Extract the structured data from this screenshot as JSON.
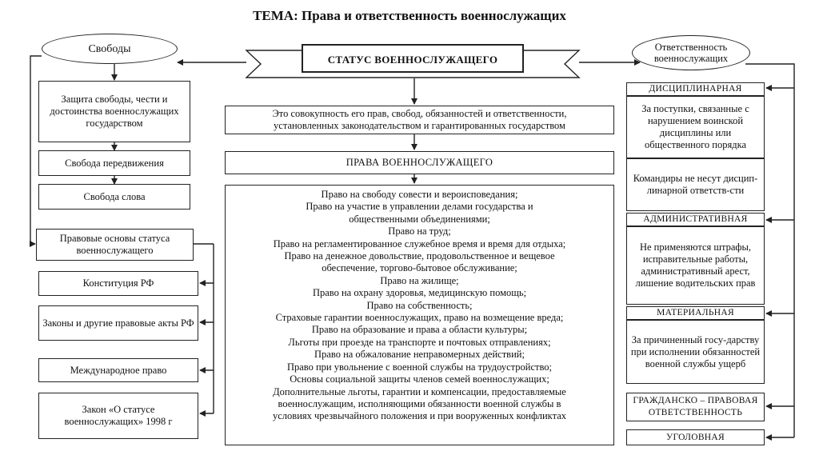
{
  "title": "ТЕМА:   Права и ответственность военнослужащих",
  "center": {
    "banner": "СТАТУС ВОЕННОСЛУЖАЩЕГО",
    "definition_line1": "Это совокупность его прав, свобод, обязанностей и ответственности,",
    "definition_line2": "установленных законодательством и гарантированных государством",
    "rights_header": "ПРАВА ВОЕННОСЛУЖАЩЕГО",
    "rights_list": [
      "Право на свободу совести и вероисповедания;",
      "Право на участие в управлении делами государства и",
      "общественными объединениями;",
      "Право на труд;",
      "Право на регламентированное служебное время и время для отдыха;",
      "Право на денежное довольствие, продовольственное и вещевое",
      "обеспечение, торгово-бытовое обслуживание;",
      "Право на жилище;",
      "Право на охрану здоровья, медицинскую помощь;",
      "Право на собственность;",
      "Страховые гарантии военнослужащих, право на возмещение вреда;",
      "Право на образование и права а области культуры;",
      "Льготы при проезде на транспорте и почтовых отправлениях;",
      "Право на обжалование неправомерных действий;",
      "Право при увольнение с военной службы на трудоустройство;",
      "Основы социальной защиты членов семей военнослужащих;",
      "Дополнительные льготы, гарантии и компенсации, предоставляемые",
      "военнослужащим, исполняющими обязанности военной службы в",
      "условиях чрезвычайного положения и при вооруженных конфликтах"
    ]
  },
  "left": {
    "oval": "Свободы",
    "freedoms": [
      "Защита свободы, чести и достоинства военнослужащих государством",
      "Свобода передвижения",
      "Свобода слова"
    ],
    "legal_basis": "Правовые  основы статуса военнослужащего",
    "sources": [
      "Конституция РФ",
      "Законы и другие правовые акты РФ",
      "Международное право",
      "Закон «О статусе военнослужащих» 1998 г"
    ]
  },
  "right": {
    "oval": "Ответственность военнослужащих",
    "disciplinary": {
      "header": "ДИСЦИПЛИНАРНАЯ",
      "item1": "За поступки, связанные с нарушением воинской дисциплины или общественного порядка",
      "item2": "Командиры не несут дисцип-линарной ответств-сти"
    },
    "administrative": {
      "header": "АДМИНИСТРАТИВНАЯ",
      "item1": "Не применяются штрафы, исправительные работы, административный арест, лишение водительских прав"
    },
    "material": {
      "header": "МАТЕРИАЛЬНАЯ",
      "item1": "За причиненный госу-дарству при исполнении обязанностей военной службы ущерб"
    },
    "civil": "ГРАЖДАНСКО – ПРАВОВАЯ ОТВЕТСТВЕННОСТЬ",
    "criminal": "УГОЛОВНАЯ"
  }
}
